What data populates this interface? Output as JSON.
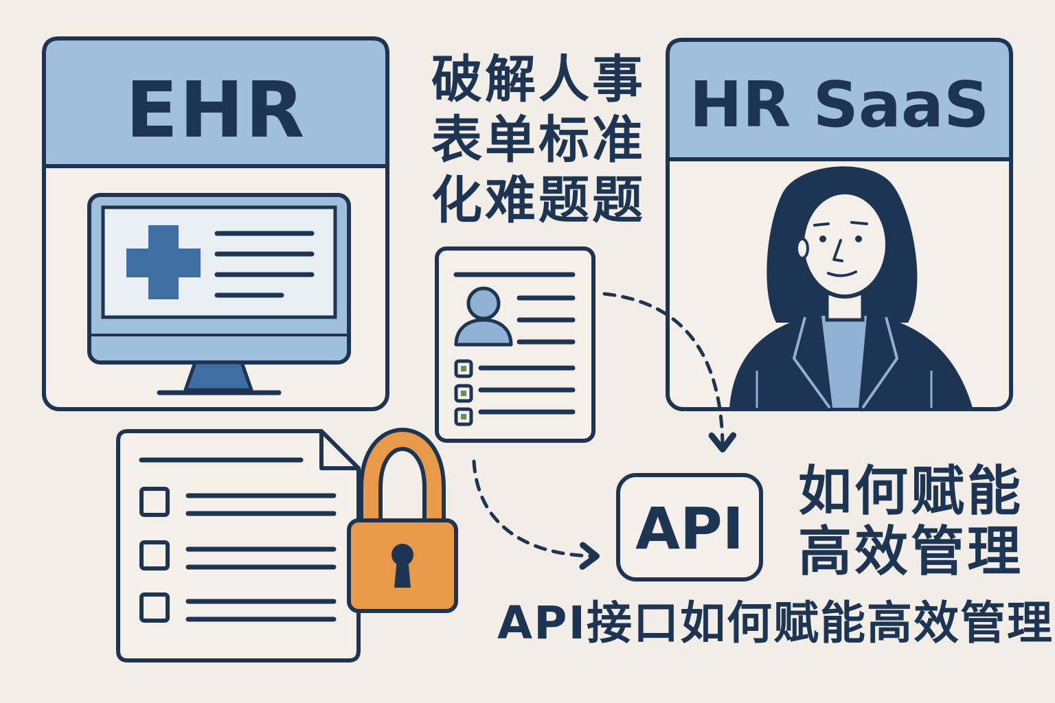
{
  "colors": {
    "background": "#f2ede6",
    "ink": "#1d3553",
    "panel_header": "#9fbfdb",
    "panel_body": "#f4efe8",
    "accent_blue": "#3f6ea3",
    "light_blue": "#8fb1d3",
    "lock_orange": "#e89a4a",
    "screen_fill": "#e9eef3"
  },
  "ehr_panel": {
    "title": "EHR",
    "icon": "medical-cross-monitor-icon"
  },
  "saas_panel": {
    "title": "HR SaaS",
    "icon": "hr-manager-portrait"
  },
  "headline": {
    "line1": "破解人事",
    "line2": "表单标准",
    "line3": "化难题题"
  },
  "employee_form": {
    "icon": "person-avatar-icon"
  },
  "secure_document": {
    "icon": "padlock-icon"
  },
  "api_box": {
    "label": "API"
  },
  "side_text": {
    "line1": "如何赋能",
    "line2": "高效管理"
  },
  "bottom_question": "API接口如何赋能高效管理?"
}
